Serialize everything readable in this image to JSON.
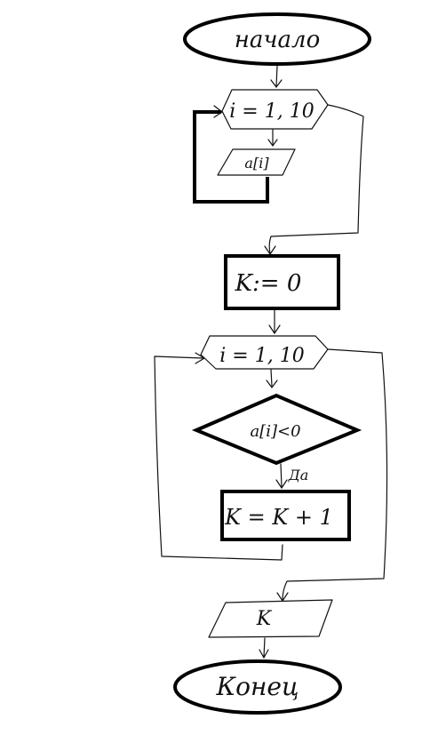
{
  "start": {
    "label": "начало"
  },
  "loop1": {
    "label": "i = 1, 10"
  },
  "input": {
    "label": "a[i]"
  },
  "init": {
    "label": "K:= 0"
  },
  "loop2": {
    "label": "i = 1, 10"
  },
  "condition": {
    "label": "a[i]<0"
  },
  "yes_label": "Да",
  "increment": {
    "label": "K = K + 1"
  },
  "output": {
    "label": "K"
  },
  "end": {
    "label": "Конец"
  }
}
